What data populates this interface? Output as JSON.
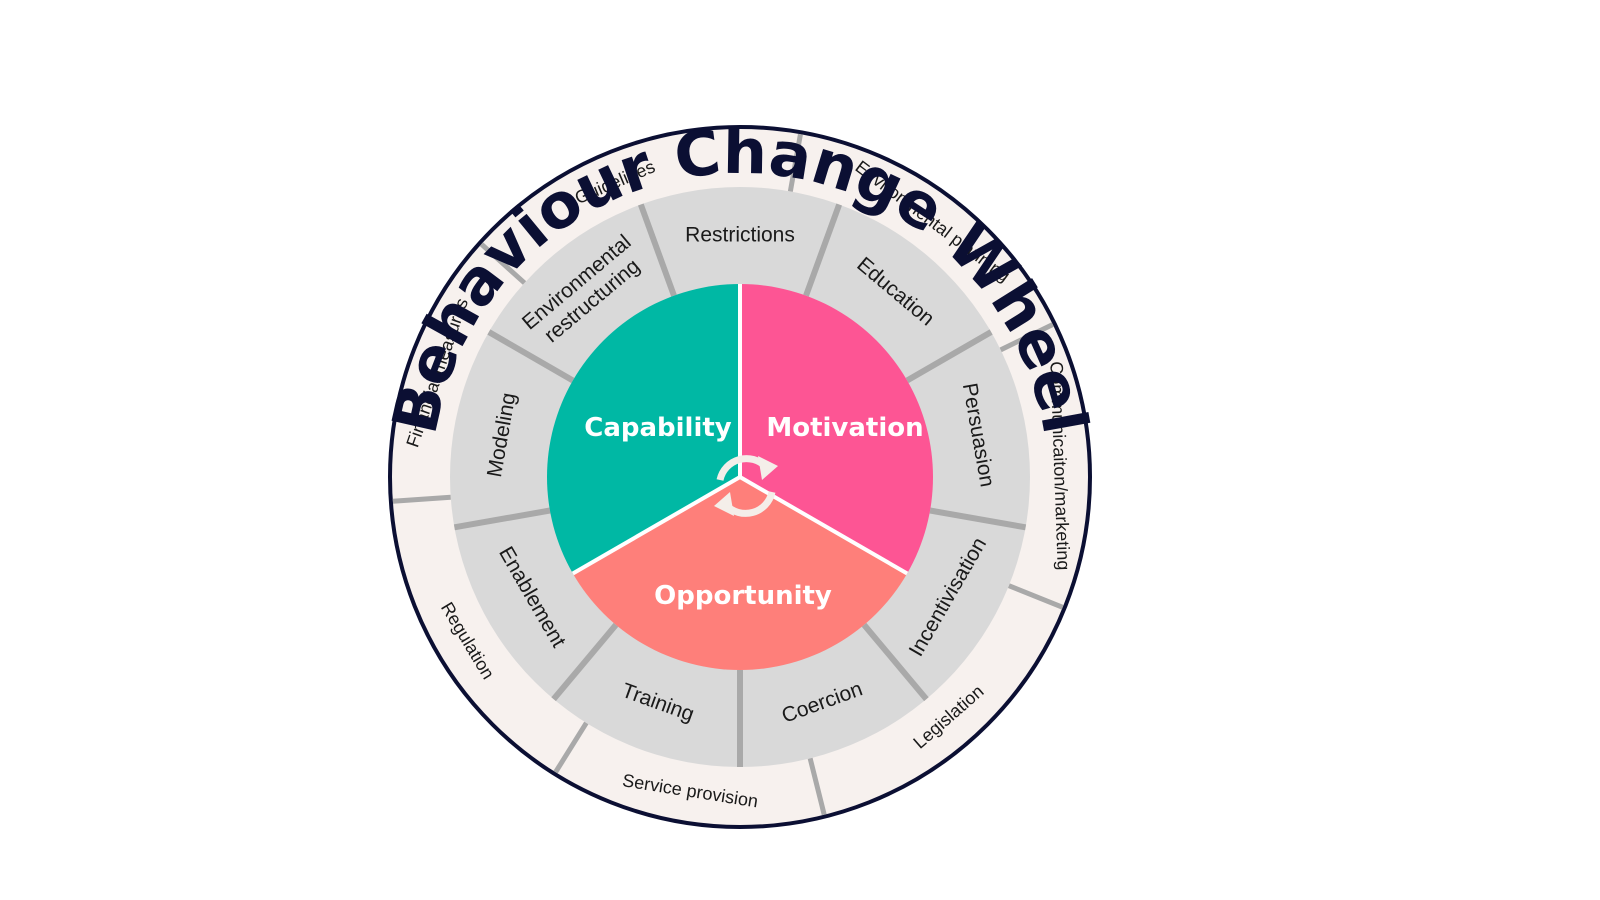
{
  "title": "Behaviour Change Wheel",
  "core": [
    {
      "label": "Capability",
      "color": "#00b8a4"
    },
    {
      "label": "Motivation",
      "color": "#fd5594"
    },
    {
      "label": "Opportunity",
      "color": "#fe7f7a"
    }
  ],
  "intervention_functions": [
    {
      "label": "Restrictions"
    },
    {
      "label": "Education"
    },
    {
      "label": "Persuasion"
    },
    {
      "label": "Incentivisation"
    },
    {
      "label": "Coercion"
    },
    {
      "label": "Training"
    },
    {
      "label": "Enablement"
    },
    {
      "label": "Modeling"
    },
    {
      "label": "Environmental restructuring"
    }
  ],
  "policy_categories": [
    {
      "label": "Guidelines"
    },
    {
      "label": "Environmental planning"
    },
    {
      "label": "Communicaiton/marketing"
    },
    {
      "label": "Legislation"
    },
    {
      "label": "Service provision"
    },
    {
      "label": "Regulation"
    },
    {
      "label": "Financial measures"
    }
  ],
  "colors": {
    "title": "#0b0f33",
    "rim": "#0b0f33",
    "outer_ring": "#f7f1ee",
    "middle_ring": "#d9d9d9",
    "divider": "#a9a9a9",
    "cycle_icon": "#f4eee9"
  },
  "icons": {
    "center": "cycle-arrows-icon"
  }
}
